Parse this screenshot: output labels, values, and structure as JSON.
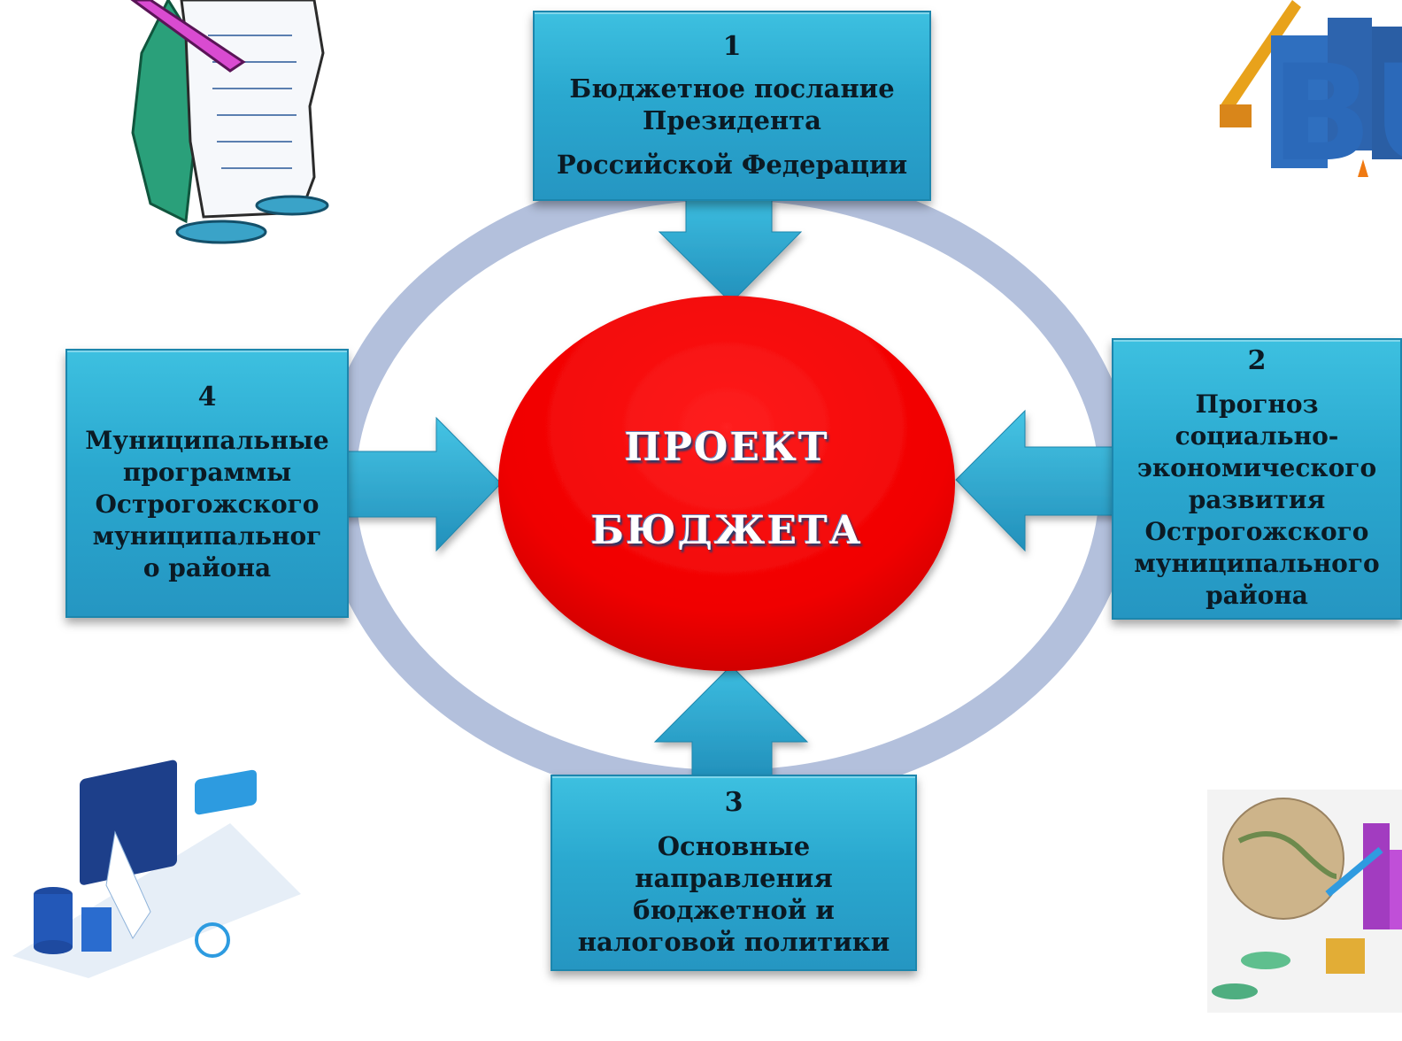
{
  "center": {
    "line1": "ПРОЕКТ",
    "line2": "БЮДЖЕТА"
  },
  "boxes": [
    {
      "number": "1",
      "lines": [
        "Бюджетное послание",
        "Президента",
        "Российской Федерации"
      ]
    },
    {
      "number": "2",
      "lines": [
        "Прогноз",
        "социально-",
        "экономического",
        "развития",
        "Острогожского",
        "муниципального",
        "района"
      ]
    },
    {
      "number": "3",
      "lines": [
        "Основные",
        "направления",
        "бюджетной и",
        "налоговой политики"
      ]
    },
    {
      "number": "4",
      "lines": [
        "Муниципальные",
        "программы",
        "Острогожского",
        "муниципальног",
        "о района"
      ]
    }
  ],
  "colors": {
    "ring": "#b3c0dc",
    "ellipse": "#ff0000",
    "box_fill": "#2aa8cf",
    "arrow_fill": "#2ea3c9"
  },
  "icons": [
    "cartoon-writer-icon",
    "construction-icon",
    "laptop-payment-icon",
    "globe-finance-icon"
  ]
}
